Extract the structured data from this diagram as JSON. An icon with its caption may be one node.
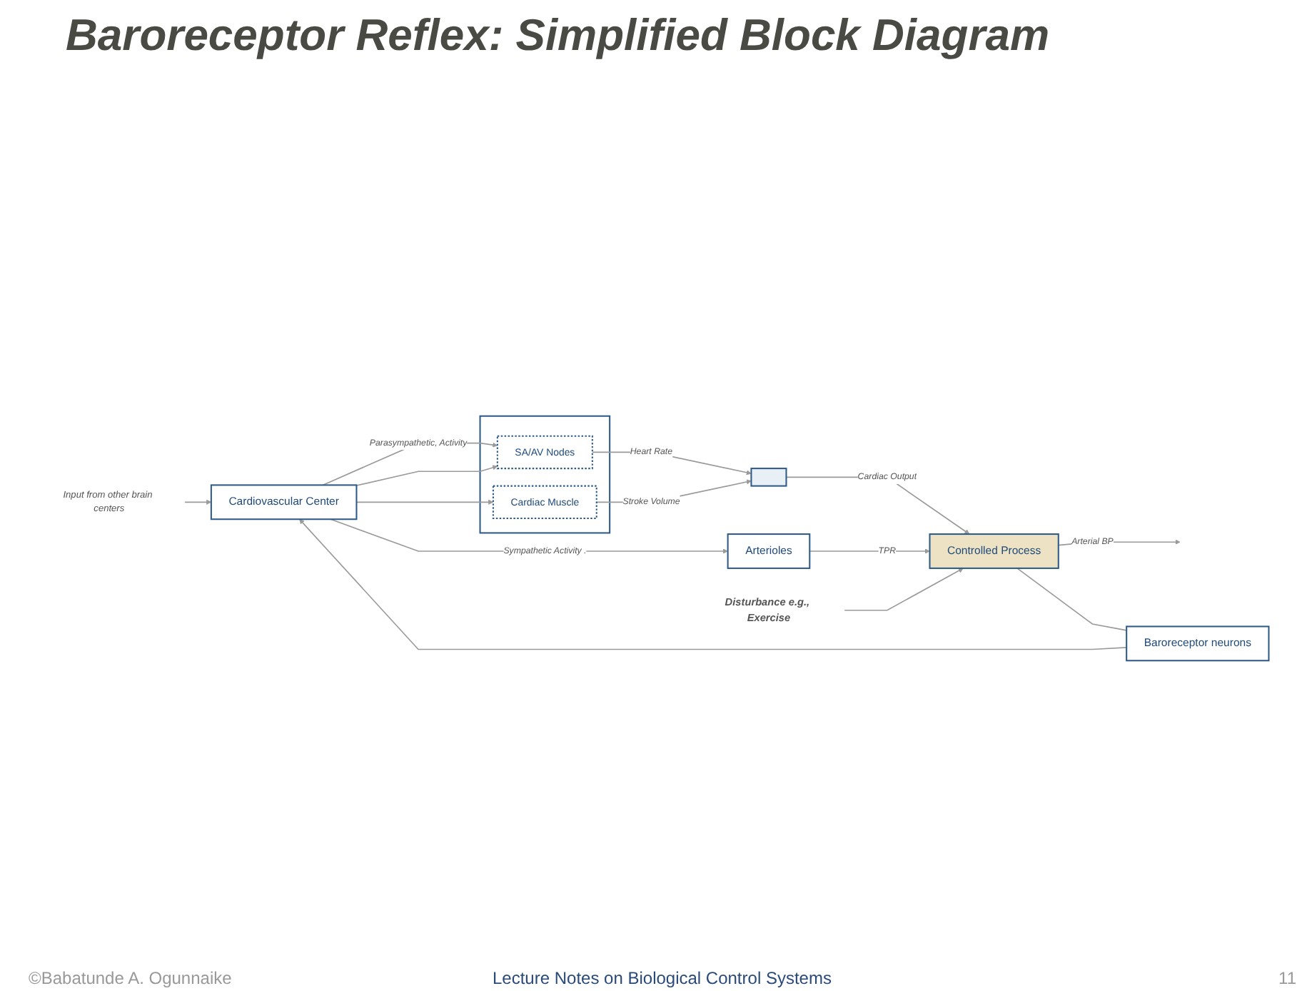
{
  "diagram": {
    "title": "Baroreceptor Reflex: Simplified Block Diagram",
    "nodes": [
      {
        "text": [
          "Input from other brain centers"
        ]
      },
      {
        "text": [
          "Cardiovascular Center"
        ]
      },
      {
        "text": [],
        "shape": "box"
      },
      {
        "text": [
          "SA/AV Nodes"
        ],
        "in": 2
      },
      {
        "text": [
          "Cardiac Muscle"
        ],
        "in": 2
      },
      {
        "text": [
          "Arterioles"
        ]
      },
      {
        "text": [],
        "shape": "box"
      },
      {
        "text": [
          "Disturbance e.g., Exercise"
        ]
      },
      {
        "text": [
          "Controlled Process"
        ]
      },
      {
        "text": [
          "Baroreceptor neurons"
        ]
      }
    ],
    "edges": [
      {
        "from": 0,
        "to": 1,
        "arrow": "to"
      },
      {
        "from": 1,
        "to": 3,
        "arrow": "to",
        "label": "Parasympathetic, Activity"
      },
      {
        "from": 1,
        "to": 3,
        "arrow": "to"
      },
      {
        "from": 1,
        "to": 4,
        "arrow": "to"
      },
      {
        "from": 1,
        "to": 5,
        "arrow": "to",
        "label": "Sympathetic Activity ."
      },
      {
        "from": 3,
        "to": 6,
        "arrow": "to",
        "label": "Heart Rate"
      },
      {
        "from": 4,
        "to": 6,
        "arrow": "to",
        "label": "Stroke Volume"
      },
      {
        "from": 6,
        "to": 8,
        "arrow": "to",
        "label": "Cardiac Output"
      },
      {
        "from": 5,
        "to": 8,
        "arrow": "to",
        "label": "TPR"
      },
      {
        "from": 7,
        "to": 8,
        "arrow": "to"
      },
      {
        "from": 8,
        "to": null,
        "arrow": "to",
        "label": "Arterial BP"
      },
      {
        "from": 8,
        "to": 9,
        "arrow": "none"
      },
      {
        "from": 9,
        "to": 1,
        "arrow": "to"
      }
    ],
    "labels": [
      "©Babatunde A. Ogunnaike",
      "Lecture Notes on Biological Control Systems",
      "11"
    ]
  }
}
